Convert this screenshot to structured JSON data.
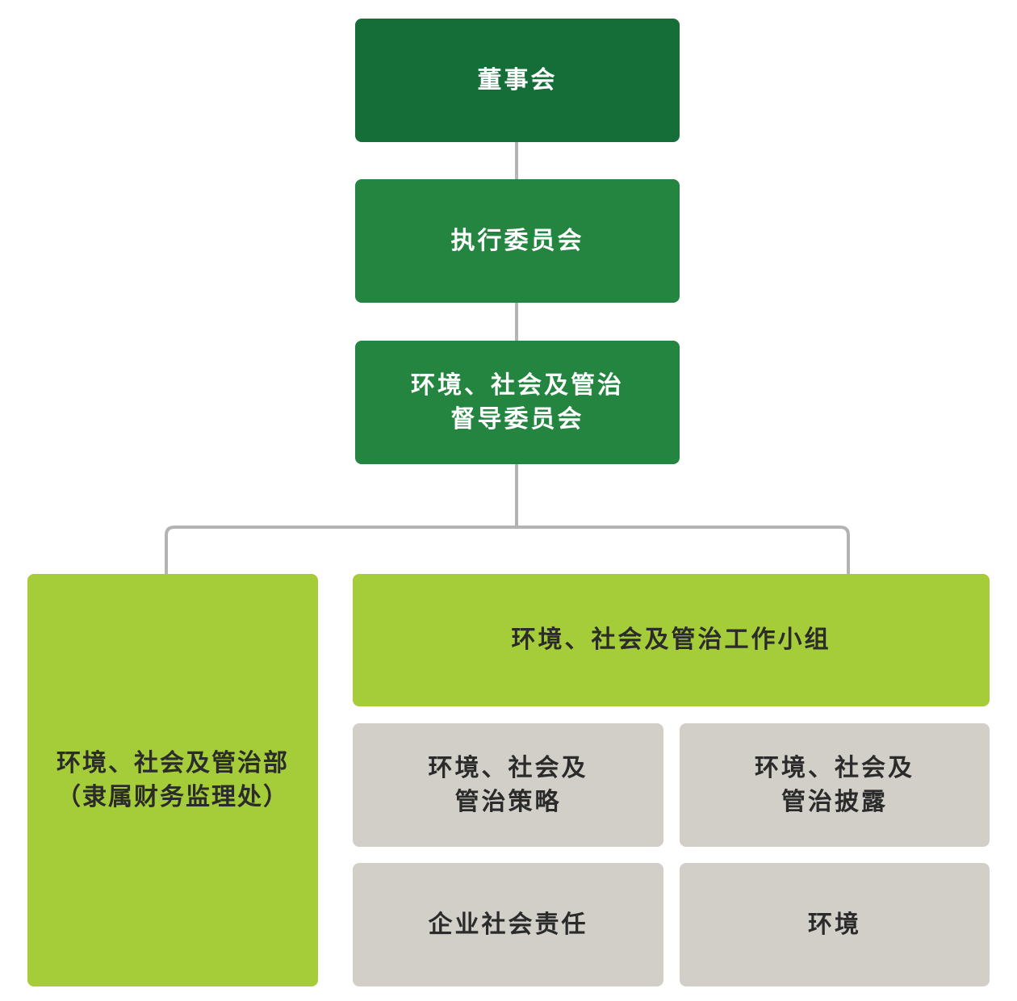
{
  "colors": {
    "board": "#156e38",
    "executive": "#23853f",
    "steering": "#23853f",
    "department": "#a5cd39",
    "working_group": "#a5cd39",
    "sub_items": "#d1cfc8",
    "connector": "#b3b3b3",
    "text_light": "#ffffff",
    "text_dark": "#2b2b2b"
  },
  "nodes": {
    "board": {
      "lines": [
        "董事会"
      ]
    },
    "executive": {
      "lines": [
        "执行委员会"
      ]
    },
    "steering": {
      "lines": [
        "环境、社会及管治",
        "督导委员会"
      ]
    },
    "department": {
      "lines": [
        "环境、社会及管治部",
        "（隶属财务监理处）"
      ]
    },
    "working_group": {
      "lines": [
        "环境、社会及管治工作小组"
      ]
    },
    "strategy": {
      "lines": [
        "环境、社会及",
        "管治策略"
      ]
    },
    "disclosure": {
      "lines": [
        "环境、社会及",
        "管治披露"
      ]
    },
    "csr": {
      "lines": [
        "企业社会责任"
      ]
    },
    "environment": {
      "lines": [
        "环境"
      ]
    }
  }
}
